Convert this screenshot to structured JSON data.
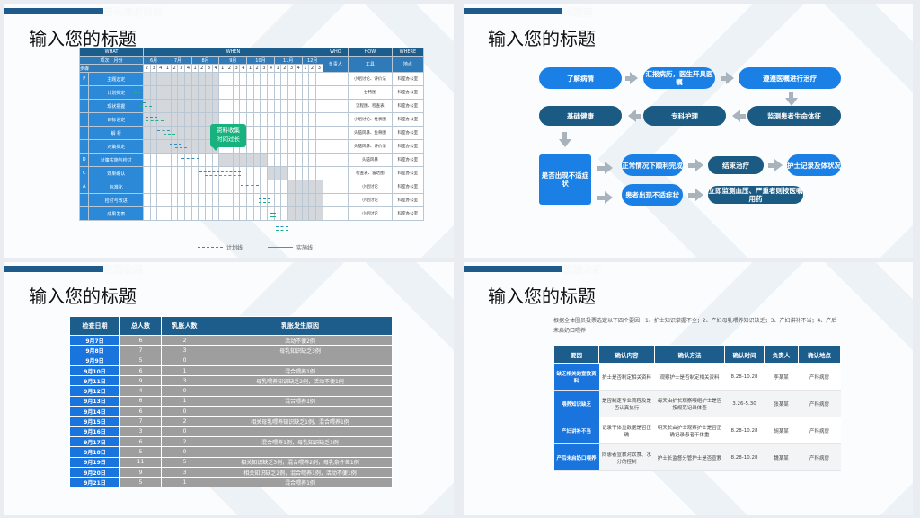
{
  "slide1": {
    "ghost_title": "责任规划目标",
    "title": "输入您的标题",
    "gantt": {
      "top_headers": [
        "WHAT",
        "WHEN",
        "WHO",
        "HOW",
        "WHERE"
      ],
      "corner_top": "项次",
      "corner_mid": "月份",
      "corner_bottom": "步骤",
      "months": [
        "6月",
        "7月",
        "8月",
        "9月",
        "10月",
        "11月",
        "12月"
      ],
      "weeks": [
        "2",
        "3",
        "4",
        "1",
        "2",
        "3",
        "4",
        "1",
        "2",
        "3",
        "4",
        "1",
        "2",
        "3",
        "4",
        "1",
        "2",
        "3",
        "4",
        "1",
        "2",
        "3",
        "4",
        "1",
        "2",
        "3"
      ],
      "who_label": "负责人",
      "how_label": "工具",
      "where_label": "地点",
      "rows": [
        {
          "cat": "P",
          "step": "主题选定",
          "how": "小组讨论、评价法",
          "where": "科室办公室"
        },
        {
          "cat": "",
          "step": "计划拟定",
          "how": "甘特图",
          "where": "科室办公室"
        },
        {
          "cat": "",
          "step": "现状把握",
          "how": "流程图、检查表",
          "where": "科室办公室"
        },
        {
          "cat": "",
          "step": "目标设定",
          "how": "小组讨论、柱状图",
          "where": "科室办公室"
        },
        {
          "cat": "",
          "step": "解 析",
          "how": "头脑风暴、鱼骨图",
          "where": "科室办公室"
        },
        {
          "cat": "",
          "step": "对策拟定",
          "how": "头脑风暴、评价法",
          "where": "科室办公室"
        },
        {
          "cat": "D",
          "step": "对策实施与检讨",
          "how": "头脑风暴",
          "where": "科室办公室"
        },
        {
          "cat": "C",
          "step": "效果确认",
          "how": "检查表、雷达图",
          "where": "科室办公室"
        },
        {
          "cat": "A",
          "step": "标准化",
          "how": "小组讨论",
          "where": "科室办公室"
        },
        {
          "cat": "",
          "step": "检讨与改进",
          "how": "小组讨论",
          "where": "科室办公室"
        },
        {
          "cat": "",
          "step": "成果发表",
          "how": "小组讨论",
          "where": "科室办公室"
        }
      ],
      "callout": "资料收集\n时间过长",
      "legend_plan": "计划线",
      "legend_actual": "实施线"
    }
  },
  "slide2": {
    "ghost_title": "流程图",
    "title": "输入您的标题",
    "nodes": {
      "n1": "了解病情",
      "n2": "汇报病历，医生开具医嘱",
      "n3": "遵遵医嘱进行治疗",
      "n4": "基础健康",
      "n5": "专科护理",
      "n6": "监测患者生命体征",
      "n7": "是否出现不适症状",
      "n8": "正常情况下顺利完成",
      "n9": "结束治疗",
      "n10": "护士记录及体状况",
      "n11": "患者出现不适症状",
      "n12": "立即监测血压、严重者则按医嘱用药"
    }
  },
  "slide3": {
    "ghost_title": "数据收集",
    "title": "输入您的标题",
    "headers": [
      "检查日期",
      "总人数",
      "乳胀人数",
      "乳胀发生原因"
    ],
    "rows": [
      [
        "9月7日",
        "6",
        "2",
        "活动不便2例"
      ],
      [
        "9月8日",
        "7",
        "3",
        "母乳知识缺乏3例"
      ],
      [
        "9月9日",
        "5",
        "0",
        ""
      ],
      [
        "9月10日",
        "6",
        "1",
        "混合喂养1例"
      ],
      [
        "9月11日",
        "9",
        "3",
        "母乳喂养知识缺乏2例，活动不便1例"
      ],
      [
        "9月12日",
        "4",
        "0",
        ""
      ],
      [
        "9月13日",
        "6",
        "1",
        "混合喂养1例"
      ],
      [
        "9月14日",
        "6",
        "0",
        ""
      ],
      [
        "9月15日",
        "7",
        "2",
        "相关母乳喂养知识缺乏1例，混合喂养1例"
      ],
      [
        "9月16日",
        "3",
        "0",
        ""
      ],
      [
        "9月17日",
        "6",
        "2",
        "混合喂养1例，母乳知识缺乏1例"
      ],
      [
        "9月18日",
        "5",
        "0",
        ""
      ],
      [
        "9月19日",
        "11",
        "5",
        "相关知识缺乏3例，混合喂养2例，母乳条件差1例"
      ],
      [
        "9月20日",
        "9",
        "3",
        "相关知识缺乏2例，混合喂养1例，活动不便1例"
      ],
      [
        "9月21日",
        "5",
        "1",
        "混合喂养1例"
      ]
    ]
  },
  "slide4": {
    "ghost_title": "数据分析",
    "title": "输入您的标题",
    "intro": "根据全体圈员投票选定以下四个要因：1、护士知识掌握不全；2、产妇母乳喂养知识缺乏；3、产妇讲补不当；4、产后未启奶口喂养",
    "headers": [
      "要因",
      "确认内容",
      "确认方法",
      "确认时间",
      "负责人",
      "确认地点"
    ],
    "rows": [
      [
        "缺乏相关的宣教资料",
        "护士是否制定相关资料",
        "观察护士是否制定相关资料",
        "8.28-10.28",
        "李某某",
        "产科病房"
      ],
      [
        "喂养知识缺乏",
        "是否制定专业流程及是否认真执行",
        "每天由护长观察喂组护士是否按规范记录体查",
        "3.26-5.30",
        "张某某",
        "产科病房"
      ],
      [
        "产妇讲补不当",
        "记录干体重数据是否正确",
        "明天长由护士观察护士是否正确记录患者干体重",
        "8.28-10.28",
        "胡某某",
        "产科病房"
      ],
      [
        "产后未启奶口喂养",
        "向患者宣教对饮食、水分的控制",
        "护士长监督分管护士是否宣教",
        "8.28-10.28",
        "魏某某",
        "产科病房"
      ]
    ]
  },
  "colors": {
    "primary": "#1d5d8c",
    "accent_blue": "#1a80e5",
    "accent_green": "#18b27e",
    "arrow_gray": "#a9b3bc"
  }
}
